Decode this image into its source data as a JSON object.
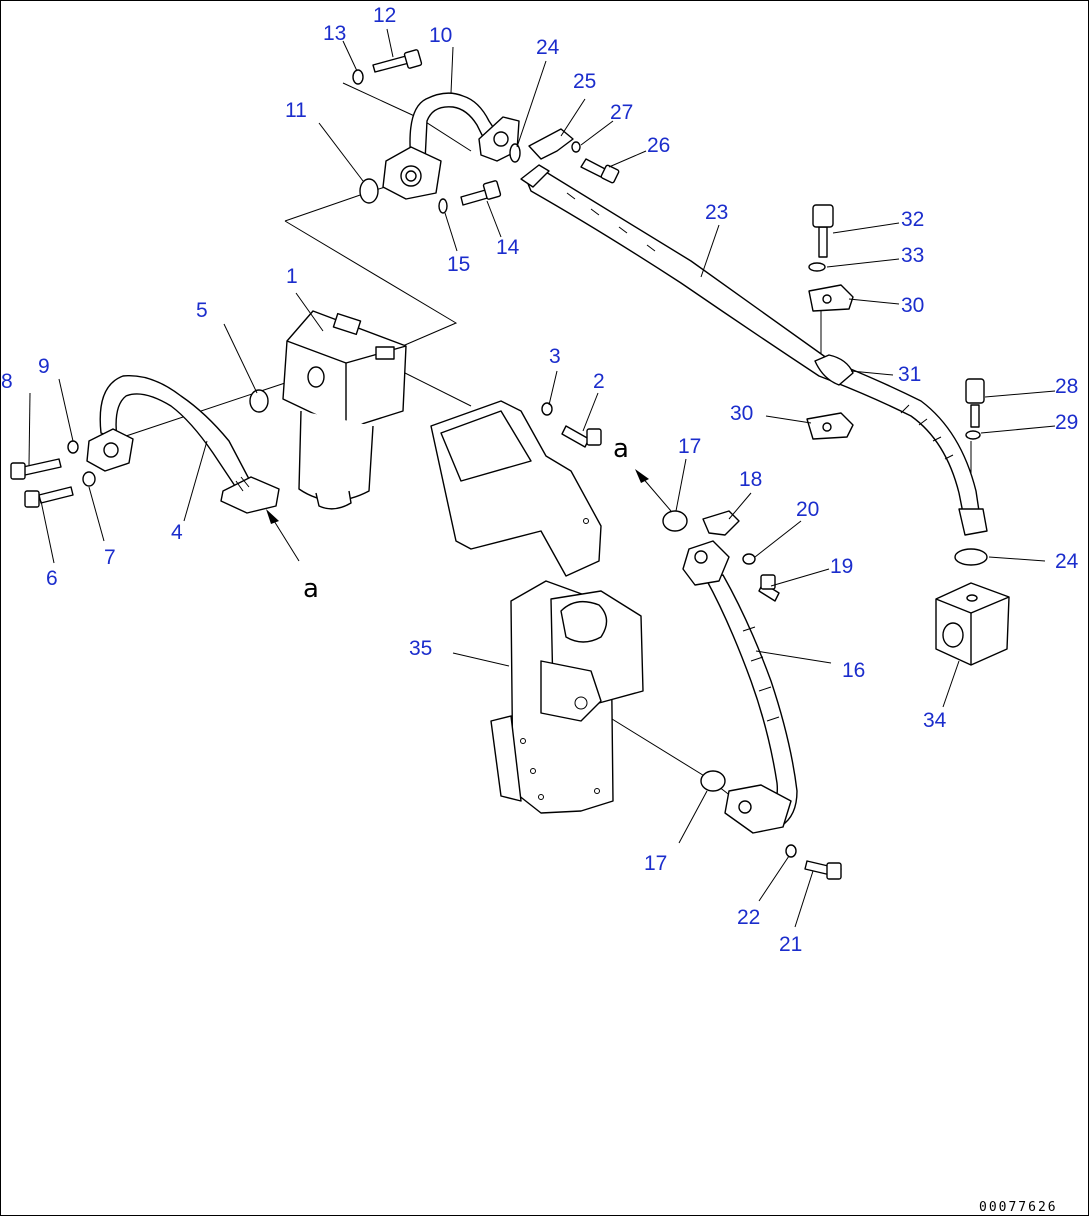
{
  "drawing_number": "00077626",
  "view_marker": "a",
  "callouts": {
    "c1": "1",
    "c2": "2",
    "c3": "3",
    "c4": "4",
    "c5": "5",
    "c6": "6",
    "c7": "7",
    "c8": "8",
    "c9": "9",
    "c10": "10",
    "c11": "11",
    "c12": "12",
    "c13": "13",
    "c14": "14",
    "c15": "15",
    "c16": "16",
    "c17a": "17",
    "c17b": "17",
    "c18": "18",
    "c19": "19",
    "c20": "20",
    "c21": "21",
    "c22": "22",
    "c23": "23",
    "c24a": "24",
    "c24b": "24",
    "c25": "25",
    "c26": "26",
    "c27": "27",
    "c28": "28",
    "c29": "29",
    "c30a": "30",
    "c30b": "30",
    "c31": "31",
    "c32": "32",
    "c33": "33",
    "c34": "34",
    "c35": "35"
  },
  "colors": {
    "callout": "#1b2dcc",
    "line": "#000000",
    "background": "#ffffff"
  }
}
